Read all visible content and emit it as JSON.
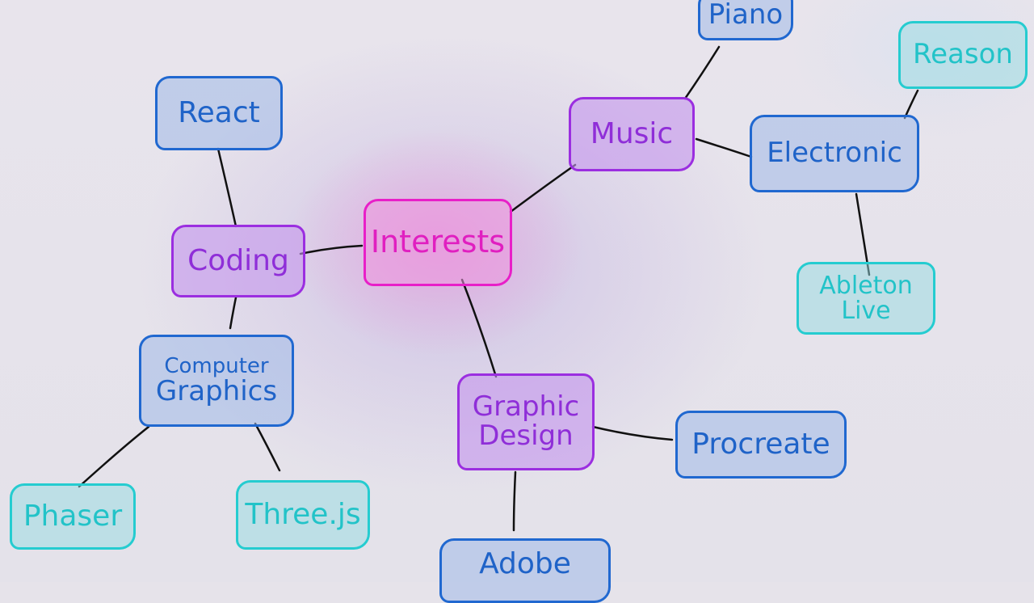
{
  "diagram": {
    "type": "mind-map",
    "style": "hand-drawn",
    "colors": {
      "center": "#e81fc8",
      "category": "#9b2ee0",
      "subtopic": "#2068d0",
      "leaf": "#25ccd0",
      "edge": "#111111"
    },
    "center": {
      "label": "Interests"
    },
    "nodes": {
      "interests": "Interests",
      "coding": "Coding",
      "music": "Music",
      "graphic_design_1": "Graphic",
      "graphic_design_2": "Design",
      "react": "React",
      "computer_graphics_1": "Computer",
      "computer_graphics_2": "Graphics",
      "phaser": "Phaser",
      "threejs": "Three.js",
      "piano": "Piano",
      "electronic": "Electronic",
      "reason": "Reason",
      "ableton_1": "Ableton",
      "ableton_2": "Live",
      "procreate": "Procreate",
      "adobe": "Adobe"
    },
    "edges": [
      [
        "Interests",
        "Coding"
      ],
      [
        "Interests",
        "Music"
      ],
      [
        "Interests",
        "Graphic Design"
      ],
      [
        "Coding",
        "React"
      ],
      [
        "Coding",
        "Computer Graphics"
      ],
      [
        "Computer Graphics",
        "Phaser"
      ],
      [
        "Computer Graphics",
        "Three.js"
      ],
      [
        "Music",
        "Piano"
      ],
      [
        "Music",
        "Electronic"
      ],
      [
        "Electronic",
        "Reason"
      ],
      [
        "Electronic",
        "Ableton Live"
      ],
      [
        "Graphic Design",
        "Procreate"
      ],
      [
        "Graphic Design",
        "Adobe"
      ]
    ]
  }
}
